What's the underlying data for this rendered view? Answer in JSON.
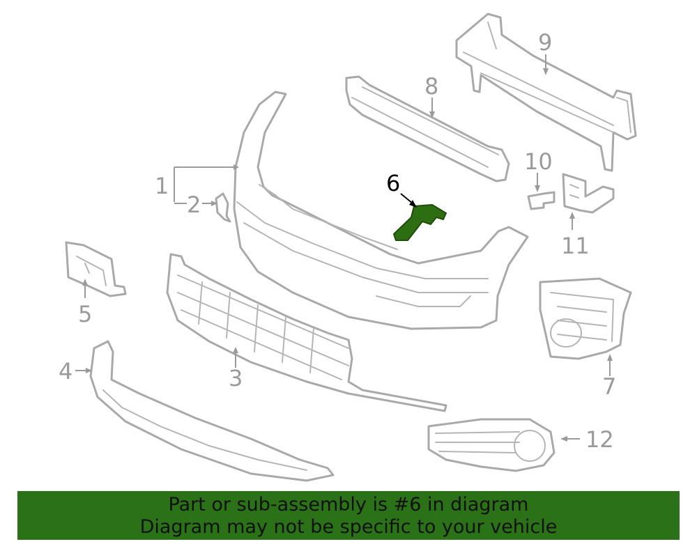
{
  "callouts": [
    {
      "id": "1",
      "label": "1"
    },
    {
      "id": "2",
      "label": "2"
    },
    {
      "id": "3",
      "label": "3"
    },
    {
      "id": "4",
      "label": "4"
    },
    {
      "id": "5",
      "label": "5"
    },
    {
      "id": "6",
      "label": "6"
    },
    {
      "id": "7",
      "label": "7"
    },
    {
      "id": "8",
      "label": "8"
    },
    {
      "id": "9",
      "label": "9"
    },
    {
      "id": "10",
      "label": "10"
    },
    {
      "id": "11",
      "label": "11"
    },
    {
      "id": "12",
      "label": "12"
    }
  ],
  "highlight_color": "#2e6e12",
  "footer": {
    "line1": "Part or sub-assembly is #6 in diagram",
    "line2": "Diagram may not be specific to your vehicle"
  }
}
